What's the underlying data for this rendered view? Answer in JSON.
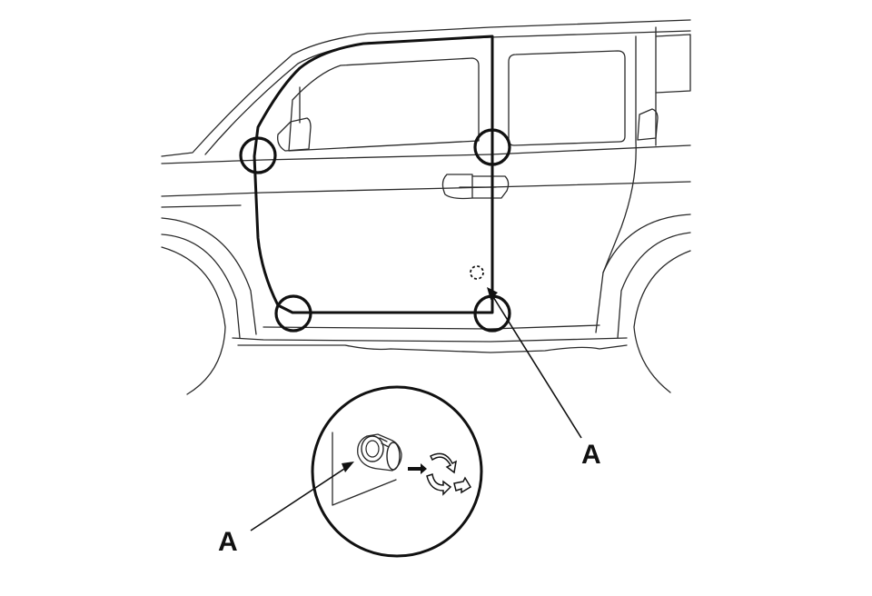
{
  "labels": {
    "callout_door": "A",
    "callout_detail": "A"
  },
  "marked_points_count": 4
}
